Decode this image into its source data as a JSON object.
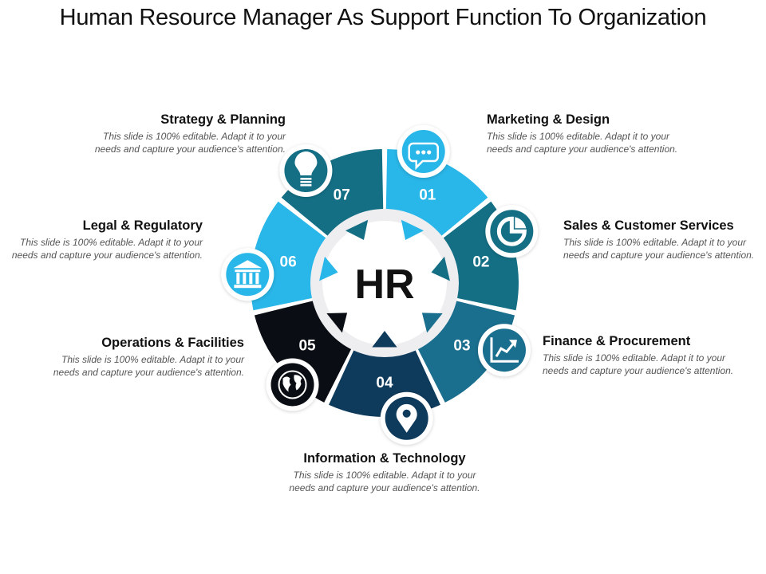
{
  "title": "Human Resource Manager As Support Function To Organization",
  "center_label": "HR",
  "colors": {
    "light_blue": "#29B6E8",
    "teal": "#146F85",
    "steel_blue": "#1A6E8E",
    "navy": "#0E3A5C",
    "black": "#0A0E14",
    "ring_grey": "#EEEEF0"
  },
  "segments": [
    {
      "number": "01",
      "title": "Marketing & Design",
      "description": "This slide is 100% editable. Adapt it to your needs and capture your audience's attention.",
      "icon": "speech-bubble-icon",
      "color": "#29B6E8"
    },
    {
      "number": "02",
      "title": "Sales & Customer Services",
      "description": "This slide is 100% editable. Adapt it to your needs and capture your audience's attention.",
      "icon": "pie-chart-icon",
      "color": "#146F85"
    },
    {
      "number": "03",
      "title": "Finance & Procurement",
      "description": "This slide is 100% editable. Adapt it to your needs and capture your audience's attention.",
      "icon": "growth-chart-icon",
      "color": "#1A6E8E"
    },
    {
      "number": "04",
      "title": "Information & Technology",
      "description": "This slide is 100% editable. Adapt it to your needs and capture your audience's attention.",
      "icon": "location-pin-icon",
      "color": "#0E3A5C"
    },
    {
      "number": "05",
      "title": "Operations & Facilities",
      "description": "This slide is 100% editable. Adapt it to your needs and capture your audience's attention.",
      "icon": "globe-icon",
      "color": "#0A0E14"
    },
    {
      "number": "06",
      "title": "Legal & Regulatory",
      "description": "This slide is 100% editable. Adapt it to your needs and capture your audience's attention.",
      "icon": "bank-building-icon",
      "color": "#29B6E8"
    },
    {
      "number": "07",
      "title": "Strategy & Planning",
      "description": "This slide is 100% editable. Adapt it to your needs and capture your audience's attention.",
      "icon": "light-bulb-icon",
      "color": "#146F85"
    }
  ]
}
